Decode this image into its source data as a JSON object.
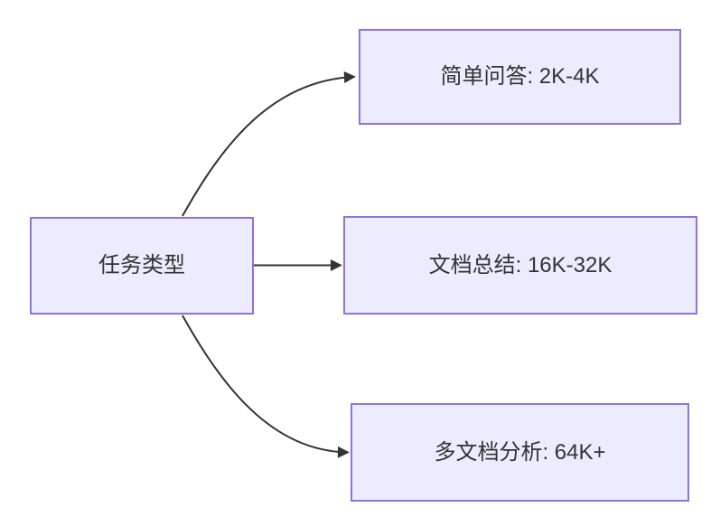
{
  "diagram": {
    "type": "flowchart",
    "nodes": [
      {
        "id": "task-type",
        "label": "任务类型"
      },
      {
        "id": "simple-qa",
        "label": "简单问答: 2K-4K"
      },
      {
        "id": "doc-summary",
        "label": "文档总结: 16K-32K"
      },
      {
        "id": "multi-doc",
        "label": "多文档分析: 64K+"
      }
    ],
    "edges": [
      {
        "from": "task-type",
        "to": "simple-qa"
      },
      {
        "from": "task-type",
        "to": "doc-summary"
      },
      {
        "from": "task-type",
        "to": "multi-doc"
      }
    ],
    "colors": {
      "background": "#ffffff",
      "node_fill": "#ECECFF",
      "node_border": "#9370DB",
      "edge_color": "#333333",
      "text_color": "#333333"
    }
  }
}
